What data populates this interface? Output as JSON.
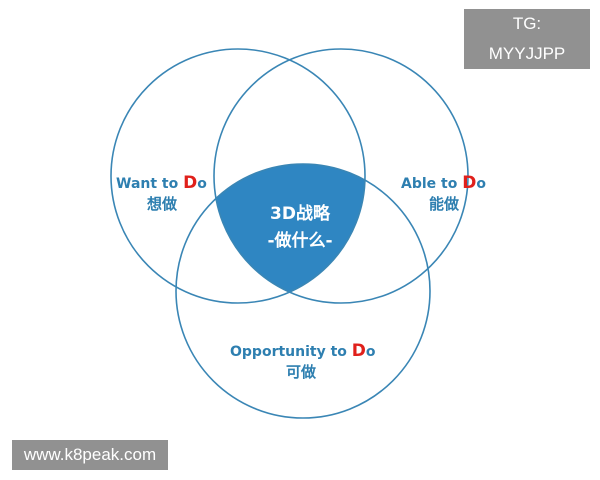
{
  "colors": {
    "circle_stroke": "#3a86b5",
    "center_fill": "#2f86c2",
    "label_blue": "#2e7fb0",
    "d_red": "#e0201b",
    "watermark_bg": "#8c8c8c"
  },
  "watermarks": {
    "top": "TG: MYYJJPP",
    "bottom": "www.k8peak.com"
  },
  "circles": {
    "left": {
      "en_prefix": "Want to ",
      "d_letter": "D",
      "en_suffix": "o",
      "cn": "想做"
    },
    "right": {
      "en_prefix": "Able to ",
      "d_letter": "D",
      "en_suffix": "o",
      "cn": "能做"
    },
    "bottom": {
      "en_prefix": "Opportunity to ",
      "d_letter": "D",
      "en_suffix": "o",
      "cn": "可做"
    }
  },
  "center": {
    "line1": "3D战略",
    "line2": "-做什么-"
  }
}
